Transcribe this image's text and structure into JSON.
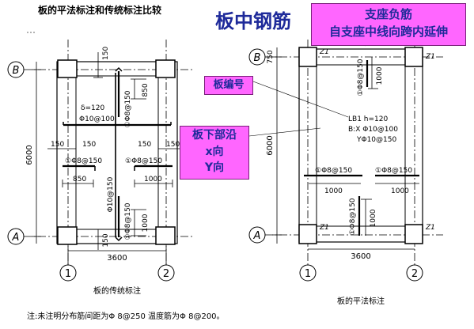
{
  "header": {
    "left_title": "板的平法标注和传统标注比较",
    "main_title": "板中钢筋"
  },
  "callouts": {
    "support": {
      "line1": "支座负筋",
      "line2": "自支座中线向跨内延伸"
    },
    "plate_id": "板编号",
    "bottom": {
      "line1": "板下部沿",
      "line2": "x向",
      "line3": "Y向"
    }
  },
  "left_drawing": {
    "axis_top": "B",
    "axis_bottom": "A",
    "axis_left": "1",
    "axis_right": "2",
    "dim_total_height": "6000",
    "dim_total_width": "3600",
    "dim_150_top": "150",
    "dim_850_top": "850",
    "rebar_top_neg": "①Φ8@150",
    "slab_thickness": "δ=120",
    "rebar_x": "Φ10@100",
    "dim_150_l1": "150",
    "dim_150_l2": "150",
    "dim_150_r1": "150",
    "dim_150_r2": "150",
    "rebar_left_neg": "①Φ8@150",
    "rebar_right_neg": "①Φ8@150",
    "dim_850_left": "850",
    "dim_1000_right": "1000",
    "rebar_y": "Φ10@150",
    "rebar_bottom_neg": "①Φ8@150",
    "dim_1000_bottom": "1000",
    "dim_150_bottom": "150",
    "caption": "板的传统标注"
  },
  "right_drawing": {
    "axis_top": "B",
    "axis_bottom": "A",
    "axis_left": "1",
    "axis_right": "2",
    "dim_750": "750",
    "dim_total_height": "6000",
    "dim_total_width": "3600",
    "z1_tl": "Z1",
    "z1_tr": "Z1",
    "z1_bl": "Z1",
    "z1_br": "Z1",
    "rebar_top_neg": "①Φ8@150",
    "dim_1000_top": "1000",
    "lb_label": "LB1 h=120",
    "lb_x": "B:X Φ10@100",
    "lb_y": "YΦ10@150",
    "rebar_left_neg": "①Φ8@150",
    "dim_1000_left": "1000",
    "rebar_right_neg": "①Φ8@150",
    "dim_1000_right": "1000",
    "rebar_bottom_neg": "①Φ8@150",
    "dim_1000_bottom": "1000",
    "caption": "板的平法标注"
  },
  "footnote": "注:未注明分布筋间距为Φ 8@250 温度筋为Φ 8@200。",
  "colors": {
    "callout_bg": "#ff66ff",
    "callout_text": "#1e2a9a",
    "title_blue": "#1e2a9a"
  }
}
